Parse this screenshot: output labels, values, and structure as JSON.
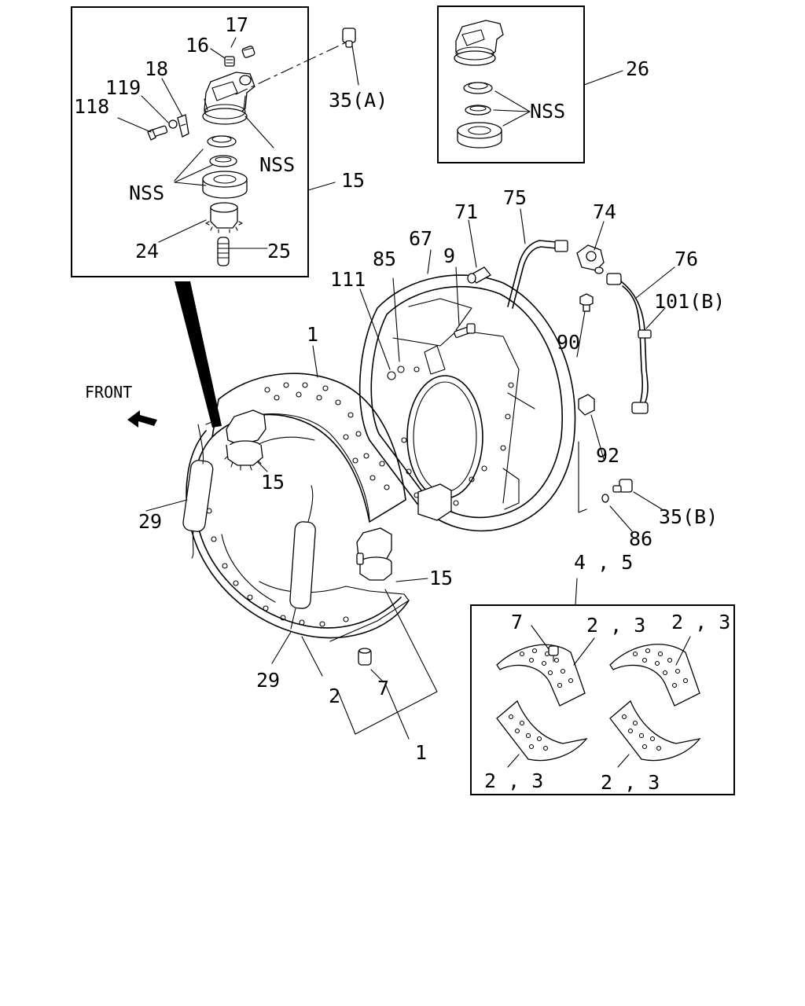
{
  "diagram": {
    "front_label": "FRONT",
    "callouts": {
      "c17": "17",
      "c16": "16",
      "c18": "18",
      "c119": "119",
      "c118": "118",
      "c35a": "35(A)",
      "c_nss1": "NSS",
      "c_nss2": "NSS",
      "c15_box": "15",
      "c24": "24",
      "c25": "25",
      "c26": "26",
      "c_nss3": "NSS",
      "c75": "75",
      "c71": "71",
      "c74": "74",
      "c67": "67",
      "c85": "85",
      "c9": "9",
      "c111": "111",
      "c76": "76",
      "c101b": "101(B)",
      "c90": "90",
      "c1_top": "1",
      "c15_mid": "15",
      "c92": "92",
      "c29_left": "29",
      "c35b": "35(B)",
      "c86": "86",
      "c15_low": "15",
      "c45": "4 , 5",
      "c7_low": "7",
      "c29_low": "29",
      "c2": "2",
      "c1_low": "1",
      "c7_box": "7",
      "c23_a": "2 , 3",
      "c23_b": "2 , 3",
      "c23_c": "2 , 3",
      "c23_d": "2 , 3"
    }
  }
}
